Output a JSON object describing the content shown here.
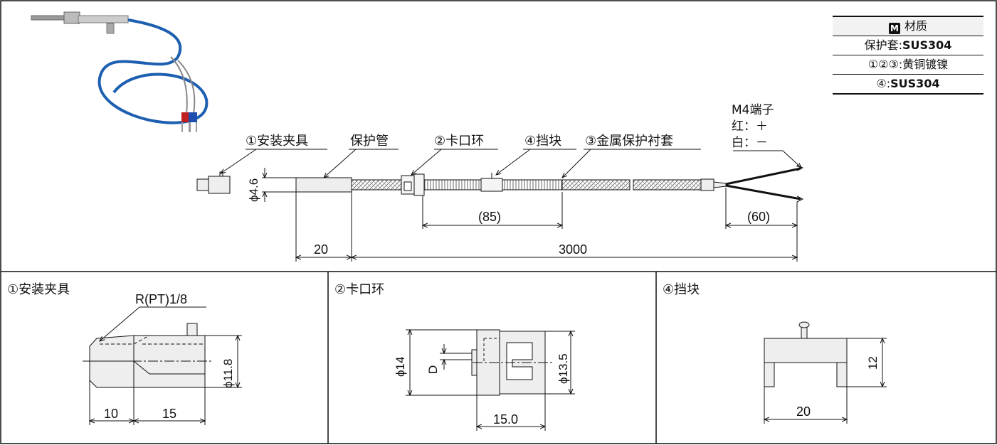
{
  "material_table": {
    "header_badge": "M",
    "header_label": "材质",
    "row1_label": "保护套:",
    "row1_value": "SUS304",
    "row2_label": "①②③:黄铜镀镍",
    "row3_label": "④:",
    "row3_value": "SUS304"
  },
  "overview": {
    "terminal_line1": "M4端子",
    "terminal_line2": "红：＋",
    "terminal_line3": "白：－",
    "callout_fixture": "①安装夹具",
    "callout_tube": "保护管",
    "callout_ring": "②卡口环",
    "callout_stopper": "④挡块",
    "callout_sleeve": "③金属保护衬套",
    "dim_dia": "ϕ4.6",
    "dim_20": "20",
    "dim_85": "(85)",
    "dim_60": "(60)",
    "dim_3000": "3000"
  },
  "detail1": {
    "title": "①安装夹具",
    "thread": "R(PT)1/8",
    "dim_dia": "ϕ11.8",
    "dim_10": "10",
    "dim_15": "15"
  },
  "detail2": {
    "title": "②卡口环",
    "dim_dia14": "ϕ14",
    "dim_d": "D",
    "dim_dia135": "ϕ13.5",
    "dim_150": "15.0"
  },
  "detail4": {
    "title": "④挡块",
    "dim_12": "12",
    "dim_20": "20"
  },
  "colors": {
    "cable_blue": "#1d5fb0",
    "line": "#111111",
    "hatch": "#555555"
  }
}
